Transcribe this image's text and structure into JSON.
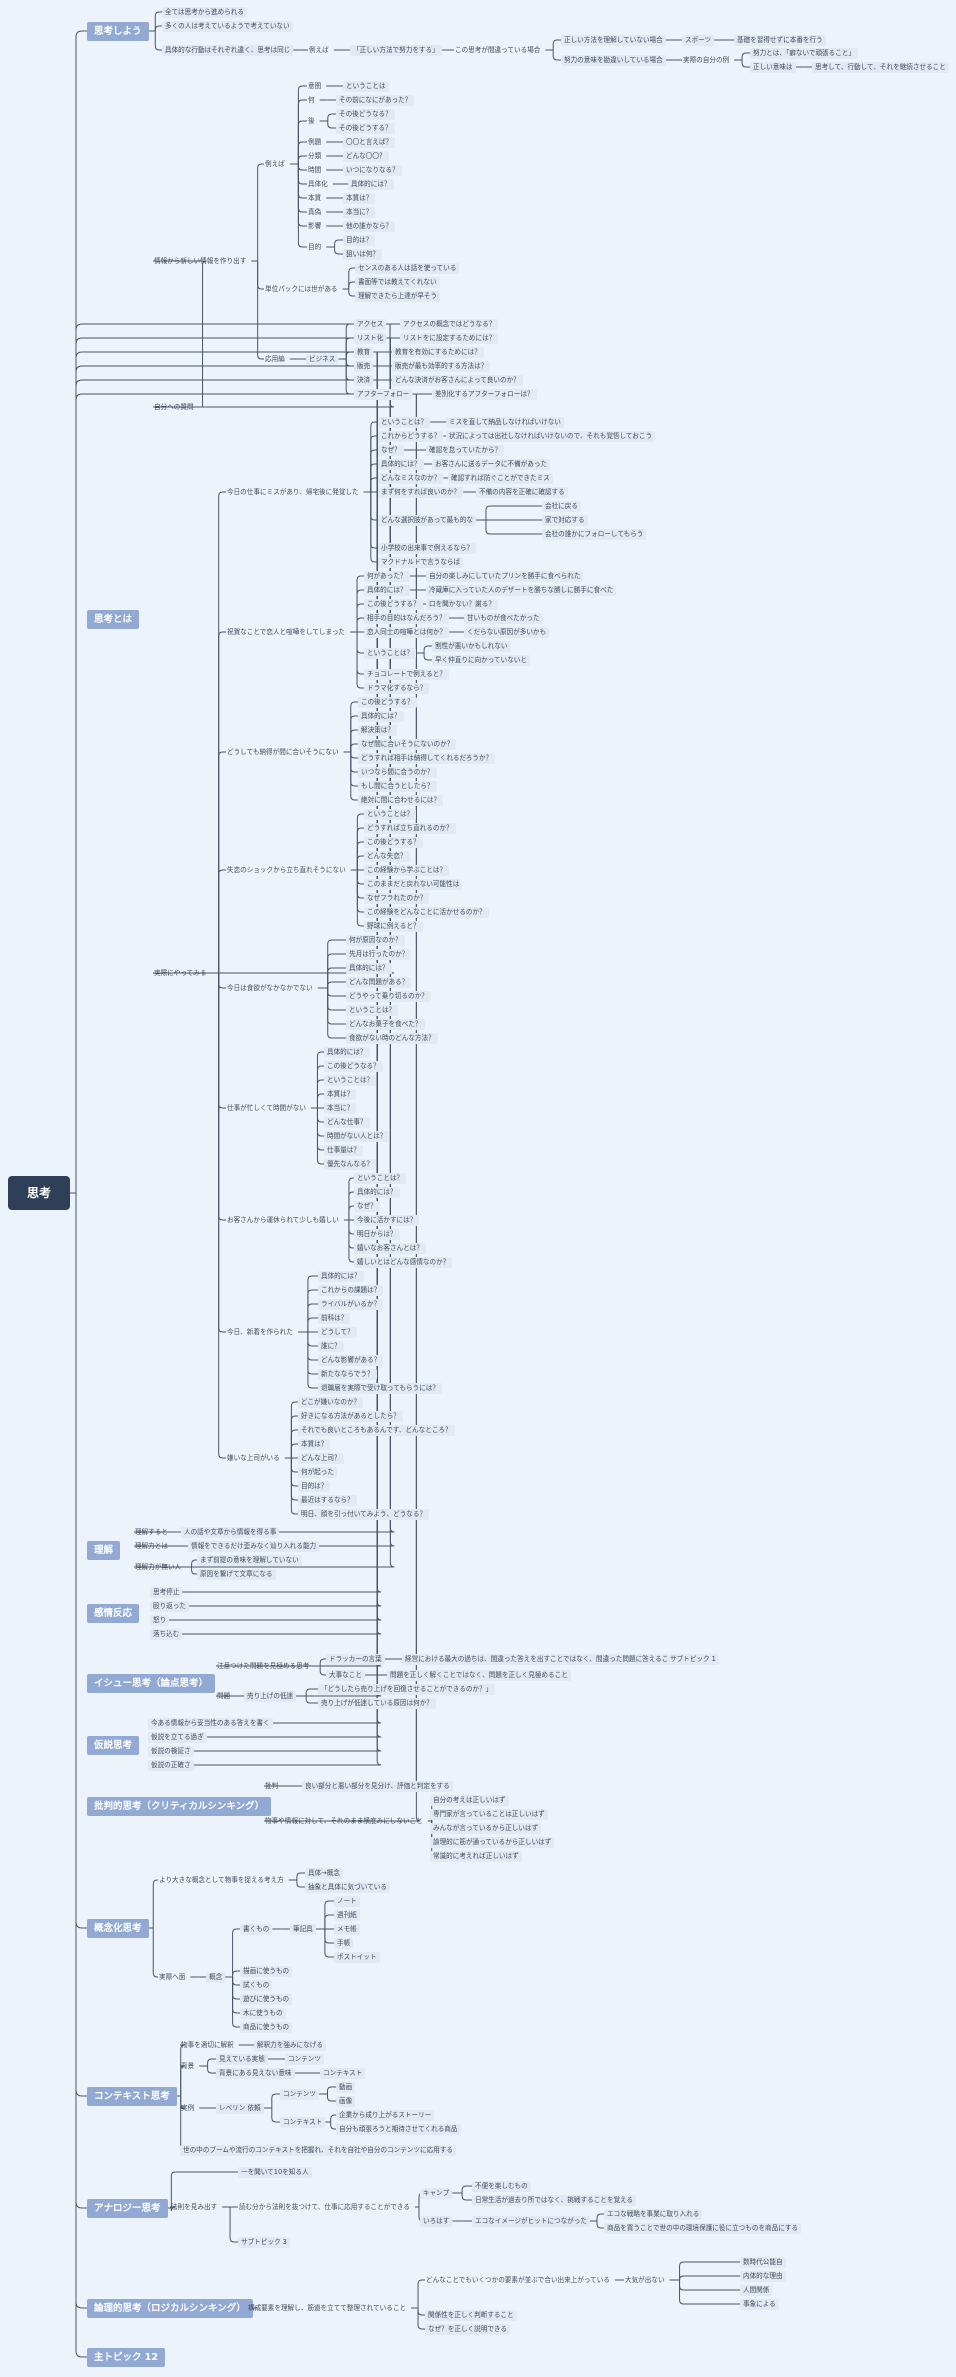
{
  "root": {
    "label": "思考"
  },
  "colors": {
    "branch": "#91a9d3",
    "root": "#2f3f58",
    "line": "#4a5566",
    "background": "#edf3fb"
  },
  "branches": [
    {
      "label": "思考しよう"
    },
    {
      "label": "思考とは"
    },
    {
      "label": "理解"
    },
    {
      "label": "感情反応"
    },
    {
      "label": "イシュー思考（論点思考）"
    },
    {
      "label": "仮説思考"
    },
    {
      "label": "批判的思考（クリティカルシンキング）"
    },
    {
      "label": "概念化思考"
    },
    {
      "label": "コンテキスト思考"
    },
    {
      "label": "アナロジー思考"
    },
    {
      "label": "論理的思考（ロジカルシンキング）"
    },
    {
      "label": "主トピック 12"
    }
  ],
  "nodes": {
    "n1": "全ては思考から進められる",
    "n2": "多くの人は考えているようで考えていない",
    "n3": "具体的な行動はそれぞれ違く、思考は同じ",
    "n4": "例えば",
    "n5": "「正しい方法で努力をする」",
    "n6": "この思考が間違っている場合",
    "n7": "正しい方法を理解していない場合",
    "n8": "スポーツ",
    "n9": "基礎を習得せずに本番を行う",
    "n10": "努力の意味を勘違いしている場合",
    "n11": "実際の自分の例",
    "n12": "努力とは、「癖ないで頑張ること」",
    "n13": "正しい意味は",
    "n14": "思考して、行動して、それを継続させること",
    "t1": "情報から新しい情報を作り出す",
    "t2": "例えば",
    "q1": "意图",
    "q1a": "ということは",
    "q2": "何",
    "q2a": "その前になにがあった？",
    "q3": "後",
    "q3a": "その後どうなる？",
    "q3b": "その後どうする？",
    "q4": "例題",
    "q4a": "〇〇と言えば？",
    "q5": "分類",
    "q5a": "どんな〇〇？",
    "q6": "時間",
    "q6a": "いつになりなる？",
    "q7": "具体化",
    "q7a": "具体的には？",
    "q8": "本質",
    "q8a": "本質は？",
    "q9": "真偽",
    "q9a": "本当に？",
    "q10": "影響",
    "q10a": "他の誰かなら？",
    "q11": "目的",
    "q11a": "目的は？",
    "q11b": "狙いは何？",
    "t3": "単位パックには世がある",
    "t3a": "センスのある人は話を使っている",
    "t3b": "書面等では教えてくれない",
    "t3c": "理解できたら上達が早そう",
    "t4": "応用編",
    "t5": "ビジネス",
    "b1": "アクセス",
    "b1a": "アクセスの概念ではどうなる？",
    "b2": "リスト化",
    "b2a": "リストをに設定するためには？",
    "b3": "教育",
    "b3a": "教育を有効にするためには？",
    "b4": "販売",
    "b4a": "販売が最も効率的する方法は？",
    "b5": "決済",
    "b5a": "どんな決済がお客さんによって良いのか？",
    "b6": "アフターフォロー",
    "b6a": "差別化するアフターフォローは？",
    "t6": "自分への質問",
    "s1": "今日の仕事にミスがあり、帰宅後に発覚した",
    "s1a": "ということは？",
    "s1a1": "ミスを直して納品しなければいけない",
    "s1b": "これからどうする？",
    "s1b1": "状況によっては出社しなければいけないので、それも覚悟しておこう",
    "s1c": "なぜ？",
    "s1c1": "確認を怠っていたから？",
    "s1d": "具体的には？",
    "s1d1": "お客さんに送るデータに不備があった",
    "s1e": "どんなミスなのか？",
    "s1e1": "確認すれば防ぐことができたミス",
    "s1f": "まず何をすれば良いのか？",
    "s1f1": "不備の内容を正確に確認する",
    "s1g": "どんな選択肢があって最も的な",
    "s1g1": "会社に戻る",
    "s1g2": "家で対応する",
    "s1g3": "会社の誰かにフォローしてもらう",
    "s1h": "小学校の出来事で例えるなら？",
    "s1i": "マクドナルドで言うならば",
    "s2": "祝賀なことで恋人と喧嘩をしてしまった",
    "s2a": "何があった？",
    "s2a1": "自分の楽しみにしていたプリンを勝手に食べられた",
    "s2b": "具体的には？",
    "s2b1": "冷蔵庫に入っていた人のデザートを勝ちな勝しに勝手に食べた",
    "s2c": "この後どうする？",
    "s2c1": "口を聞かない？謝る？",
    "s2d": "相手の目的はなんだろう？",
    "s2d1": "甘いものが食べたかった",
    "s2e": "恋人同士の喧嘩とは何か？",
    "s2e1": "くだらない原因が多いかも",
    "s2f": "ということは？",
    "s2f1": "割性が悪いかもしれない",
    "s2f2": "早く仲直りに向かっていないと",
    "s2g": "チョコレートで例えると？",
    "s2h": "ドラマ化するなら？",
    "s3": "どうしても納得が間に合いそうにない",
    "s3a": "この後どうする？",
    "s3b": "具体的には？",
    "s3c": "解決策は？",
    "s3d": "なぜ間に合いそうにないのか？",
    "s3e": "どうすれば相手は納得してくれるだろうか？",
    "s3f": "いつなら間に合うのか？",
    "s3g": "もし間に合うとしたら？",
    "s3h": "絶対に間に合わせるには？",
    "s4": "失恋のショックから立ち直れそうにない",
    "s4a": "ということは？",
    "s4b": "どうすれば立ち直れるのか？",
    "s4c": "この後どうする？",
    "s4d": "どんな失恋？",
    "s4e": "この経験から学ぶことは？",
    "s4f": "このままだと戻れない可能性は",
    "s4g": "なぜフラれたのか？",
    "s4h": "この経験をどんなことに活かせるのか？",
    "s4i": "野球に例えると？",
    "t7": "実際にやってみる",
    "s5": "今日は食欲がなかなかでない",
    "s5a": "何が原因なのか？",
    "s5b": "先月は行ったのか？",
    "s5c": "具体的には？",
    "s5d": "どんな問題がある？",
    "s5e": "どうやって乗り切るのか？",
    "s5f": "ということは？",
    "s5g": "どんなお菓子を食べた？",
    "s5h": "食欲がない時のどんな方法？",
    "s6": "仕事が忙しくて時間がない",
    "s6a": "具体的には？",
    "s6b": "この後どうなる？",
    "s6c": "ということは？",
    "s6d": "本質は？",
    "s6e": "本当に？",
    "s6f": "どんな仕事？",
    "s6g": "時間がない人とは？",
    "s6h": "仕事量は？",
    "s6i": "優先なんなる？",
    "s7": "お客さんから運休られて少しも嬉しい",
    "s7a": "ということは？",
    "s7b": "具体的には？",
    "s7c": "なぜ？",
    "s7d": "今後に活かすには？",
    "s7e": "明日からは？",
    "s7f": "嬉いなお客さんとは？",
    "s7g": "嬉しいとはどんな感情なのか？",
    "s8": "今日、新着を作られた",
    "s8a": "具体的には？",
    "s8b": "これからの課題は？",
    "s8c": "ライバルがいるか？",
    "s8d": "前科は？",
    "s8e": "どうして？",
    "s8f": "誰に？",
    "s8g": "どんな影響がある？",
    "s8h": "新たなならでう？",
    "s8i": "退職届を実際で受け取ってもらうには？",
    "s9": "嫌いな上司がいる",
    "s9a": "どこが嫌いなのか？",
    "s9b": "好きになる方法があるとしたら？",
    "s9c": "それでも良いところもあるんです、どんなところ？",
    "s9d": "本質は？",
    "s9e": "どんな上司？",
    "s9f": "何が起った",
    "s9g": "目的は？",
    "s9h": "最近はするなら？",
    "s9i": "明日、顔を引っ付いてみよう、どうなる？",
    "r1": "理解すると",
    "r1a": "人の話や文章から情報を得る事",
    "r2": "理解力とは",
    "r2a": "情報をできるだけ歪みなく辿り入れる能力",
    "r3": "理解力が無い人",
    "r3a": "まず前提の意味を理解していない",
    "r3b": "原因を繋げて文章になる",
    "e1": "思考停止",
    "e2": "殴り返った",
    "e3": "怒り",
    "e4": "落ち込む",
    "i1": "注意つけた問題を見極める思考",
    "i1a": "ドラッカーの言葉",
    "i1a1": "経営における最大の過ちは、間違った答えを出すことではなく、間違った問題に答えることだ。",
    "i1a2": "サブトピック 1",
    "i1b": "大事なこと",
    "i1b1": "問題を正しく解くことではなく、問題を正しく見極めること",
    "i2": "問題",
    "i2a": "売り上げの低迷",
    "i2a1": "「どうしたら売り上げを回復させることができるのか？」",
    "i2a2": "売り上げが低迷している原因は何か？",
    "h1": "今ある情報から妥当性のある答えを書く",
    "h2": "仮説を立てる過ぎ",
    "h3": "仮説の検証さ",
    "h4": "仮説の正確さ",
    "c1": "批判",
    "c1a": "良い部分と悪い部分を見分け、評価と判定をする",
    "c2": "物事や情報に対して、それのまま横底みにしないこと",
    "c2a": "自分の考えは正しいはず",
    "c2b": "専門家が言っていることは正しいはず",
    "c2c": "みんなが言っているから正しいはず",
    "c2d": "論理的に筋が通っているから正しいはず",
    "c2e": "常識的に考えれば正しいはず",
    "g1": "より大きな概念として物事を捉える考え方",
    "g1a": "具体→概念",
    "g1b": "抽象と具体に気づいている",
    "g2": "書くもの",
    "g2a": "筆記具",
    "g2b": "ノート",
    "g2c": "週刊紙",
    "g2d": "メモ帳",
    "g2e": "手帳",
    "g2f": "ポストイット",
    "g3": "実際へ面",
    "g3a": "概念",
    "g3b": "描画に使うもの",
    "g3c": "試くもの",
    "g3d": "遊びに使うもの",
    "g3e": "木に使うもの",
    "g3f": "商品に使うもの",
    "k1": "物事を適切に解釈",
    "k1a": "解釈力を強みになげる",
    "k2": "背景",
    "k2a": "見えている実態",
    "k2a1": "コンテンツ",
    "k2b": "背景にある見えない意味",
    "k2b1": "コンテキスト",
    "k3": "実例",
    "k3a": "レベリン 依頼",
    "k3b": "コンテンツ",
    "k3b1": "動画",
    "k3b2": "画像",
    "k3c": "コンテキスト",
    "k3c1": "企業から成り上がるストーリー",
    "k3c2": "自分も頑張ろうと期待させてくれる商品",
    "k4": "世の中のブームや流行のコンテキストを把握れ、それを自社や自分のコンテンツに応用する",
    "a1": "一を聞いて10を知る人",
    "a2": "法則を見み出す",
    "a3": "読む分から法則を抜つけて、仕事に応用することができる",
    "a3a": "キャンプ",
    "a3a1": "不便を楽しむもの",
    "a3a2": "日常生活が過去り所ではなく、挑戦することを覚える",
    "a3b": "いろはす",
    "a3b1": "エコなイメージがヒットにつながった",
    "a3b2": "エコな戦略を事業に取り入れる",
    "a3b3": "商品を買うことで世の中の環境保護に役に立つものを商品にする",
    "a4": "サブトピック 3",
    "l1": "構成要素を理解し、筋道を立てて整理されていること",
    "l2": "どんなことでもいくつかの要素が並ぶで合い出来上がっている",
    "l2a": "大気が出ない",
    "l2a1": "数時代公能自",
    "l2a2": "内体的な理由",
    "l2a3": "人間関係",
    "l2a4": "事象による",
    "l3": "関係性を正しく判断すること",
    "l4": "なぜ？を正しく説明できる"
  }
}
